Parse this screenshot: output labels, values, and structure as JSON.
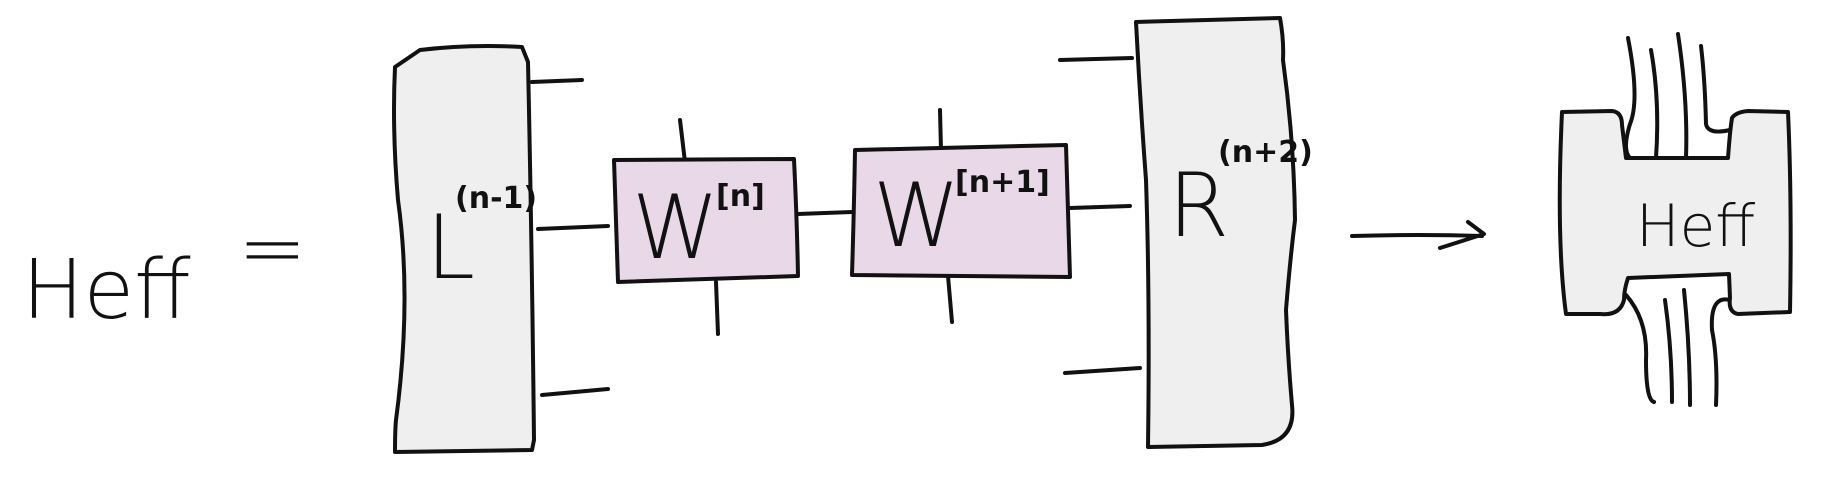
{
  "equation": {
    "lhs": "Heff",
    "equals": "="
  },
  "tensors": {
    "left_env": {
      "letter": "L",
      "superscript": "(n-1)"
    },
    "mpo_n": {
      "letter": "W",
      "superscript": "[n]"
    },
    "mpo_n1": {
      "letter": "W",
      "superscript": "[n+1]"
    },
    "right_env": {
      "letter": "R",
      "superscript": "(n+2)"
    },
    "result": {
      "label": "Heff"
    }
  },
  "colors": {
    "env_fill": "#efefef",
    "mpo_fill": "#e8d8e8",
    "ink": "#111111"
  }
}
